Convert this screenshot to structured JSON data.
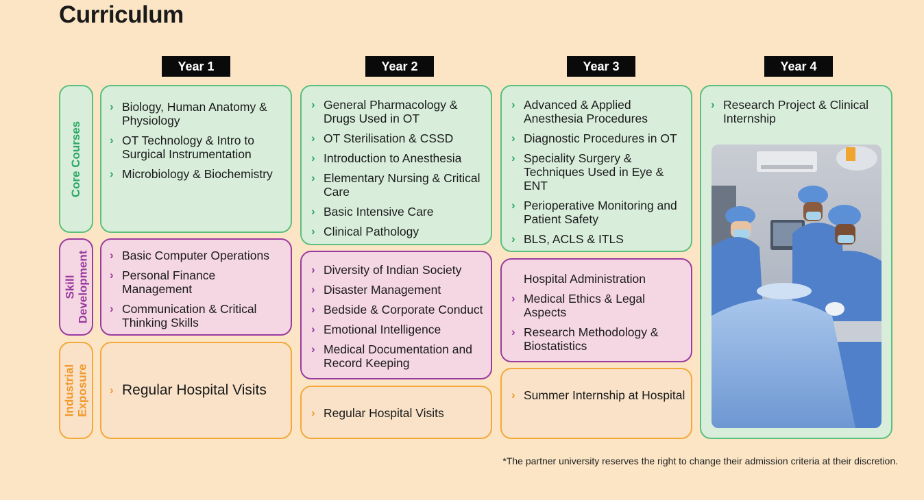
{
  "title": "Curriculum",
  "years": [
    "Year 1",
    "Year 2",
    "Year 3",
    "Year 4"
  ],
  "categories": {
    "core": "Core Courses",
    "skill_line1": "Skill",
    "skill_line2": "Development",
    "industrial_line1": "Industrial",
    "industrial_line2": "Exposure"
  },
  "year1": {
    "core": [
      "Biology, Human Anatomy & Physiology",
      "OT Technology & Intro to Surgical Instrumentation",
      "Microbiology & Biochemistry"
    ],
    "skill": [
      "Basic Computer Operations",
      "Personal Finance Management",
      "Communication & Critical Thinking Skills"
    ],
    "industrial": [
      "Regular Hospital Visits"
    ]
  },
  "year2": {
    "core": [
      "General Pharmacology & Drugs Used in OT",
      "OT Sterilisation & CSSD",
      "Introduction to Anesthesia",
      "Elementary Nursing & Critical Care",
      "Basic Intensive Care",
      "Clinical Pathology"
    ],
    "skill": [
      "Diversity of Indian Society",
      "Disaster Management",
      "Bedside & Corporate Conduct",
      "Emotional Intelligence",
      "Medical Documentation and Record Keeping"
    ],
    "industrial": [
      "Regular Hospital Visits"
    ]
  },
  "year3": {
    "core": [
      "Advanced & Applied Anesthesia Procedures",
      "Diagnostic Procedures in OT",
      "Speciality Surgery & Techniques Used in Eye & ENT",
      "Perioperative Monitoring and Patient Safety",
      "BLS, ACLS & ITLS"
    ],
    "skill": [
      "Hospital Administration",
      "Medical Ethics & Legal Aspects",
      "Research Methodology & Biostatistics"
    ],
    "industrial": [
      "Summer Internship at Hospital"
    ]
  },
  "year4": {
    "core": [
      "Research Project & Clinical Internship"
    ]
  },
  "footnote": "*The partner university reserves the right to change their admission criteria at their discretion.",
  "colors": {
    "background": "#fbe5c5",
    "core": "#2ea865",
    "skill": "#9a3b9f",
    "industrial": "#f2992e"
  },
  "image": {
    "subject": "surgical team operating in theatre"
  }
}
